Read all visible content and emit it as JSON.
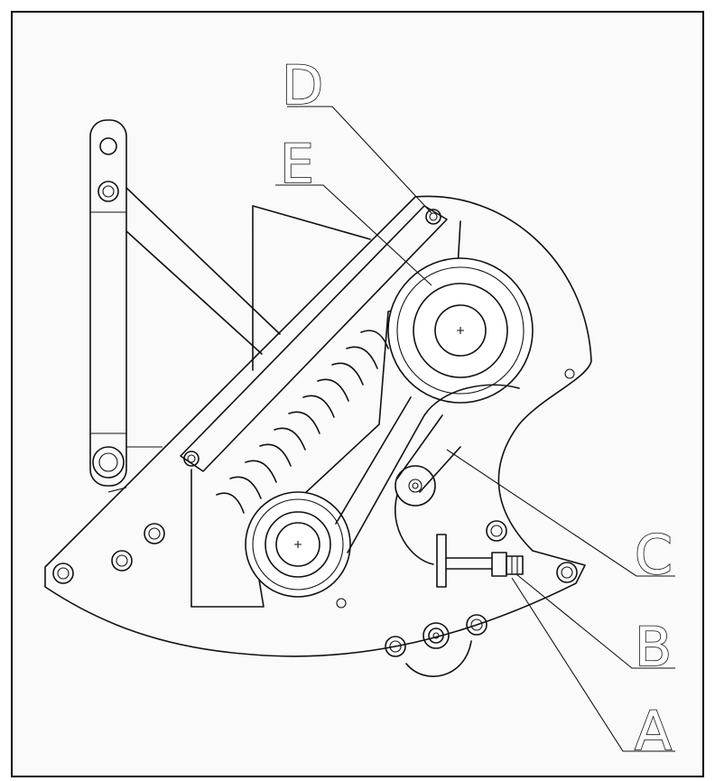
{
  "labels": {
    "A": "A",
    "B": "B",
    "C": "C",
    "D": "D",
    "E": "E"
  },
  "colors": {
    "line": "#111111",
    "background": "#fafafa"
  }
}
